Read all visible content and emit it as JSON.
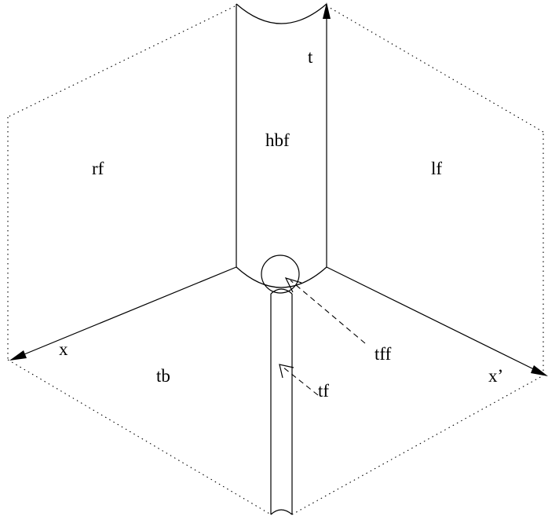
{
  "labels": {
    "t": "t",
    "hbf": "hbf",
    "rf": "rf",
    "lf": "lf",
    "x": "x",
    "x_prime": "x’",
    "tb": "tb",
    "tff": "tff",
    "tf": "tf"
  },
  "colors": {
    "stroke": "#000000",
    "background": "#ffffff"
  }
}
